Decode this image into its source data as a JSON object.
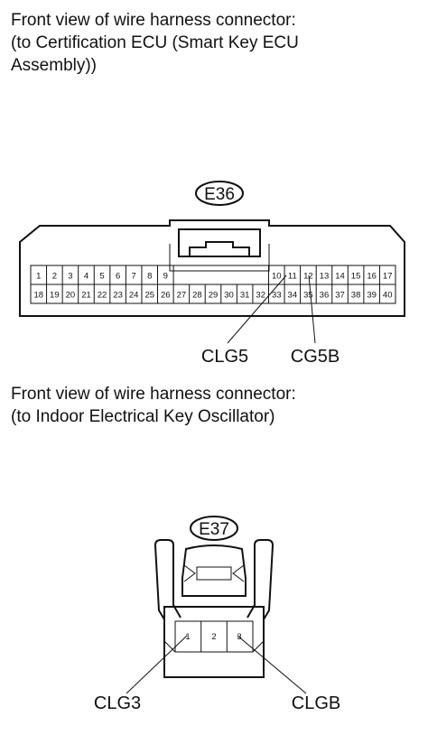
{
  "e36_section": {
    "heading_lines": [
      "Front view of wire harness connector:",
      "(to Certification ECU (Smart Key ECU",
      "Assembly))"
    ],
    "connector_code": "E36",
    "top_row_left_pins": [
      "1",
      "2",
      "3",
      "4",
      "5",
      "6",
      "7",
      "8",
      "9"
    ],
    "top_row_right_pins": [
      "10",
      "11",
      "12",
      "13",
      "14",
      "15",
      "16",
      "17"
    ],
    "bottom_row_pins": [
      "18",
      "19",
      "20",
      "21",
      "22",
      "23",
      "24",
      "25",
      "26",
      "27",
      "28",
      "29",
      "30",
      "31",
      "32",
      "33",
      "34",
      "35",
      "36",
      "37",
      "38",
      "39",
      "40"
    ],
    "callouts": [
      {
        "label": "CLG5",
        "pin": "11"
      },
      {
        "label": "CG5B",
        "pin": "12"
      }
    ]
  },
  "e37_section": {
    "heading_lines": [
      "Front view of wire harness connector:",
      "(to Indoor Electrical Key Oscillator)"
    ],
    "connector_code": "E37",
    "pins": [
      "1",
      "2",
      "3"
    ],
    "callouts": [
      {
        "label": "CLG3",
        "pin": "1"
      },
      {
        "label": "CLGB",
        "pin": "3"
      }
    ]
  }
}
